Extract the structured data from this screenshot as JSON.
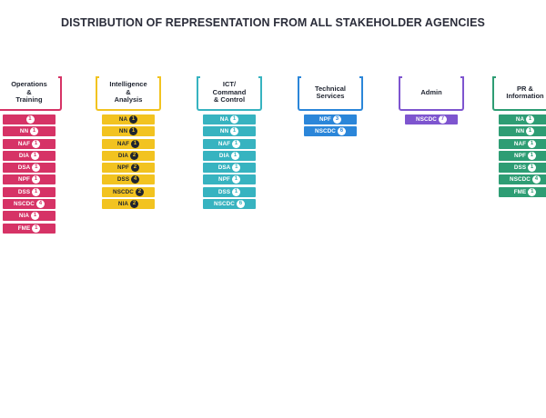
{
  "title": "DISTRIBUTION OF REPRESENTATION FROM ALL STAKEHOLDER AGENCIES",
  "columns": [
    {
      "label": "Operations\n&\nTraining",
      "color": "#d63366",
      "items": [
        {
          "name": "",
          "count": "1"
        },
        {
          "name": "NN",
          "count": "1"
        },
        {
          "name": "NAF",
          "count": "1"
        },
        {
          "name": "DIA",
          "count": "1"
        },
        {
          "name": "DSA",
          "count": "1"
        },
        {
          "name": "NPF",
          "count": "1"
        },
        {
          "name": "DSS",
          "count": "1"
        },
        {
          "name": "NSCDC",
          "count": "4"
        },
        {
          "name": "NIA",
          "count": "1"
        },
        {
          "name": "FME",
          "count": "1"
        }
      ]
    },
    {
      "label": "Intelligence\n&\nAnalysis",
      "color": "#f2c320",
      "items": [
        {
          "name": "NA",
          "count": "1"
        },
        {
          "name": "NN",
          "count": "1"
        },
        {
          "name": "NAF",
          "count": "1"
        },
        {
          "name": "DIA",
          "count": "2"
        },
        {
          "name": "NPF",
          "count": "2"
        },
        {
          "name": "DSS",
          "count": "4"
        },
        {
          "name": "NSCDC",
          "count": "2"
        },
        {
          "name": "NIA",
          "count": "2"
        }
      ]
    },
    {
      "label": "ICT/\nCommand\n& Control",
      "color": "#37b3c0",
      "items": [
        {
          "name": "NA",
          "count": "1"
        },
        {
          "name": "NN",
          "count": "1"
        },
        {
          "name": "NAF",
          "count": "1"
        },
        {
          "name": "DIA",
          "count": "1"
        },
        {
          "name": "DSA",
          "count": "1"
        },
        {
          "name": "NPF",
          "count": "1"
        },
        {
          "name": "DSS",
          "count": "1"
        },
        {
          "name": "NSCDC",
          "count": "6"
        }
      ]
    },
    {
      "label": "Technical\nServices",
      "color": "#2b86d9",
      "items": [
        {
          "name": "NPF",
          "count": "3"
        },
        {
          "name": "NSCDC",
          "count": "6"
        }
      ]
    },
    {
      "label": "Admin",
      "color": "#7e55cf",
      "items": [
        {
          "name": "NSCDC",
          "count": "7"
        }
      ]
    },
    {
      "label": "PR &\nInformation",
      "color": "#2e9d74",
      "items": [
        {
          "name": "NA",
          "count": "1"
        },
        {
          "name": "NN",
          "count": "1"
        },
        {
          "name": "NAF",
          "count": "1"
        },
        {
          "name": "NPF",
          "count": "1"
        },
        {
          "name": "DSS",
          "count": "1"
        },
        {
          "name": "NSCDC",
          "count": "4"
        },
        {
          "name": "FME",
          "count": "1"
        }
      ]
    }
  ]
}
